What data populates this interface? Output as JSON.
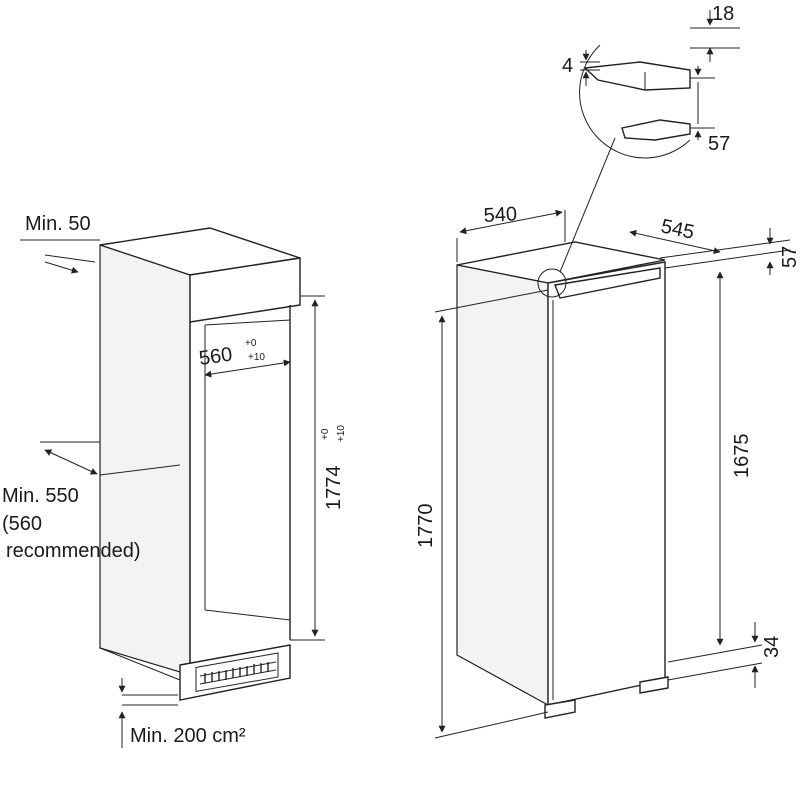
{
  "colors": {
    "line": "#222222",
    "text": "#1a1a1a",
    "background": "#ffffff"
  },
  "niche": {
    "top_gap_label": "Min. 50",
    "width_label": "560",
    "width_tol_upper": "+0",
    "width_tol_lower": "+10",
    "height_label": "1774",
    "height_tol_upper": "+0",
    "height_tol_lower": "+10",
    "depth_label_line1": "Min. 550",
    "depth_label_line2": "(560",
    "depth_label_line3": "recommended)",
    "vent_label": "Min. 200 cm²"
  },
  "appliance": {
    "width_label": "540",
    "depth_label": "545",
    "top_offset_label": "57",
    "height_label": "1770",
    "door_height_label": "1675",
    "bottom_offset_label": "34"
  },
  "detail": {
    "top_label": "18",
    "thickness_label": "4",
    "height_label": "57"
  }
}
